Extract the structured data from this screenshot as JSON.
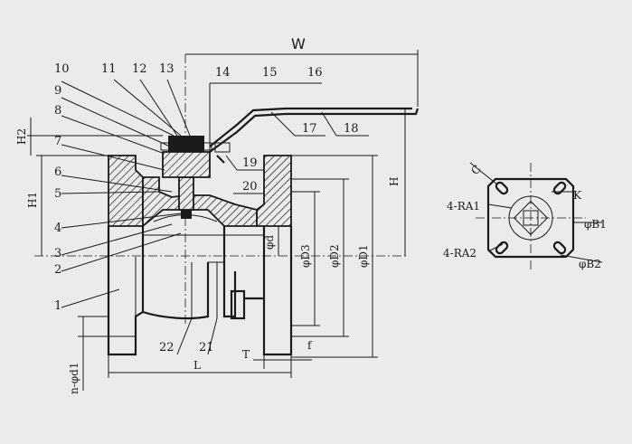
{
  "colors": {
    "background": "#ebebeb",
    "ink": "#1a1a1a"
  },
  "part_numbers": {
    "p1": "1",
    "p2": "2",
    "p3": "3",
    "p4": "4",
    "p5": "5",
    "p6": "6",
    "p7": "7",
    "p8": "8",
    "p9": "9",
    "p10": "10",
    "p11": "11",
    "p12": "12",
    "p13": "13",
    "p14": "14",
    "p15": "15",
    "p16": "16",
    "p17": "17",
    "p18": "18",
    "p19": "19",
    "p20": "20",
    "p21": "21",
    "p22": "22"
  },
  "dimensions": {
    "w": "W",
    "h": "H",
    "h1": "H1",
    "h2": "H2",
    "l": "L",
    "t": "T",
    "f": "f",
    "d": "φd",
    "d1": "φD1",
    "d2": "φD2",
    "d3": "φD3",
    "nd1": "n-φd1",
    "c": "C",
    "k": "K",
    "ra1": "4-RA1",
    "ra2": "4-RA2",
    "b1": "φB1",
    "b2": "φB2"
  }
}
